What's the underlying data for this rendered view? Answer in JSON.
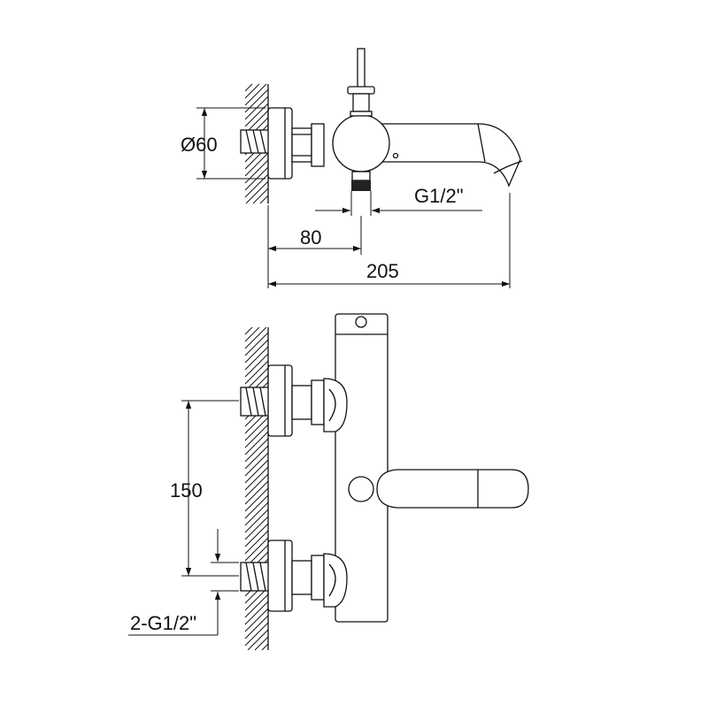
{
  "top_view": {
    "dim_diameter": "Ø60",
    "dim_thread": "G1/2\"",
    "dim_offset": "80",
    "dim_total": "205"
  },
  "front_view": {
    "dim_spacing": "150",
    "dim_inlets": "2-G1/2\""
  }
}
